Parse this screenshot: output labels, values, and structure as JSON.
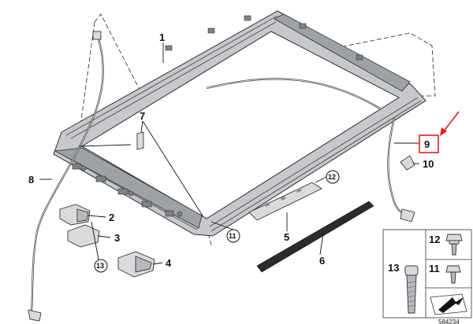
{
  "diagram": {
    "callouts": [
      {
        "id": "c1",
        "label": "1"
      },
      {
        "id": "c2",
        "label": "2"
      },
      {
        "id": "c3",
        "label": "3"
      },
      {
        "id": "c4",
        "label": "4"
      },
      {
        "id": "c5",
        "label": "5"
      },
      {
        "id": "c6",
        "label": "6"
      },
      {
        "id": "c7",
        "label": "7"
      },
      {
        "id": "c8",
        "label": "8"
      },
      {
        "id": "c9",
        "label": "9"
      },
      {
        "id": "c10",
        "label": "10"
      },
      {
        "id": "c11",
        "label": "11"
      },
      {
        "id": "c12",
        "label": "12"
      },
      {
        "id": "c13",
        "label": "13"
      }
    ],
    "fastener_box": {
      "items": [
        {
          "label": "12"
        },
        {
          "label": "13"
        },
        {
          "label": "11"
        }
      ]
    },
    "highlight": {
      "label": "9",
      "color": "#e0201b"
    },
    "reference_number": "584234"
  }
}
